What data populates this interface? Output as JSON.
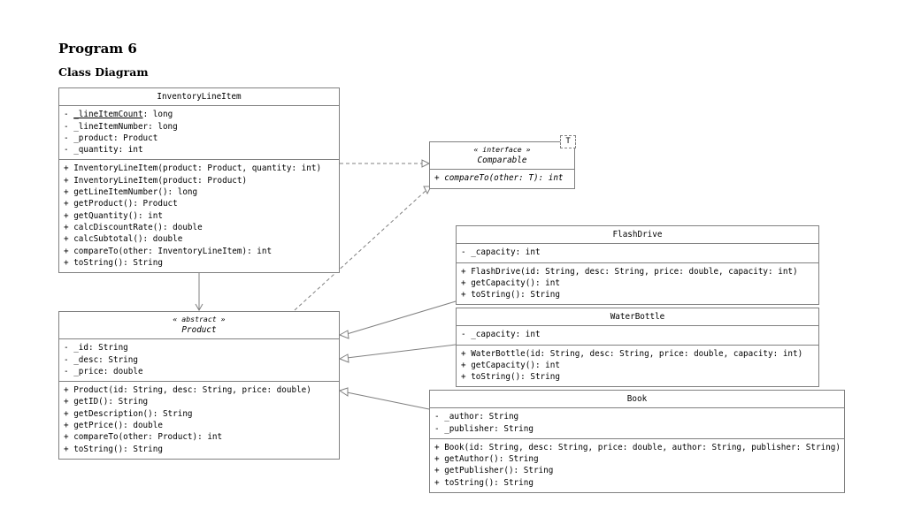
{
  "page": {
    "title": "Program 6",
    "section": "Class Diagram",
    "background": "#ffffff",
    "line_color": "#808080",
    "text_color": "#000000"
  },
  "diagram": {
    "type": "uml-class-diagram",
    "classes": [
      {
        "id": "inventorylineitem",
        "name": "InventoryLineItem",
        "stereotype": "",
        "italic_name": false,
        "attributes": [
          {
            "text": "- _lineItemCount: long",
            "visibility": "-",
            "member": "_lineItemCount",
            "type": "long",
            "static": true
          },
          {
            "text": "- _lineItemNumber: long",
            "visibility": "-",
            "member": "_lineItemNumber",
            "type": "long",
            "static": false
          },
          {
            "text": "- _product: Product",
            "visibility": "-",
            "member": "_product",
            "type": "Product",
            "static": false
          },
          {
            "text": "- _quantity: int",
            "visibility": "-",
            "member": "_quantity",
            "type": "int",
            "static": false
          }
        ],
        "operations": [
          {
            "text": "+ InventoryLineItem(product: Product, quantity: int)",
            "abstract": false
          },
          {
            "text": "+ InventoryLineItem(product: Product)",
            "abstract": false
          },
          {
            "text": "+ getLineItemNumber(): long",
            "abstract": false
          },
          {
            "text": "+ getProduct(): Product",
            "abstract": false
          },
          {
            "text": "+ getQuantity(): int",
            "abstract": false
          },
          {
            "text": "+ calcDiscountRate(): double",
            "abstract": false
          },
          {
            "text": "+ calcSubtotal(): double",
            "abstract": false
          },
          {
            "text": "+ compareTo(other: InventoryLineItem): int",
            "abstract": false
          },
          {
            "text": "+ toString(): String",
            "abstract": false
          }
        ]
      },
      {
        "id": "comparable",
        "name": "Comparable",
        "stereotype": "« interface »",
        "italic_name": true,
        "template_parameter": "T",
        "attributes": [],
        "operations": [
          {
            "text": "+ compareTo(other: T): int",
            "abstract": true
          }
        ]
      },
      {
        "id": "flashdrive",
        "name": "FlashDrive",
        "stereotype": "",
        "italic_name": false,
        "attributes": [
          {
            "text": "- _capacity: int",
            "visibility": "-",
            "member": "_capacity",
            "type": "int",
            "static": false
          }
        ],
        "operations": [
          {
            "text": "+ FlashDrive(id: String, desc: String, price: double, capacity: int)",
            "abstract": false
          },
          {
            "text": "+ getCapacity(): int",
            "abstract": false
          },
          {
            "text": "+ toString(): String",
            "abstract": false
          }
        ]
      },
      {
        "id": "waterbottle",
        "name": "WaterBottle",
        "stereotype": "",
        "italic_name": false,
        "attributes": [
          {
            "text": "- _capacity: int",
            "visibility": "-",
            "member": "_capacity",
            "type": "int",
            "static": false
          }
        ],
        "operations": [
          {
            "text": "+ WaterBottle(id: String, desc: String, price: double, capacity: int)",
            "abstract": false
          },
          {
            "text": "+ getCapacity(): int",
            "abstract": false
          },
          {
            "text": "+ toString(): String",
            "abstract": false
          }
        ]
      },
      {
        "id": "book",
        "name": "Book",
        "stereotype": "",
        "italic_name": false,
        "attributes": [
          {
            "text": "- _author: String",
            "visibility": "-",
            "member": "_author",
            "type": "String",
            "static": false
          },
          {
            "text": "- _publisher: String",
            "visibility": "-",
            "member": "_publisher",
            "type": "String",
            "static": false
          }
        ],
        "operations": [
          {
            "text": "+ Book(id: String, desc: String, price: double, author: String, publisher: String)",
            "abstract": false
          },
          {
            "text": "+ getAuthor(): String",
            "abstract": false
          },
          {
            "text": "+ getPublisher(): String",
            "abstract": false
          },
          {
            "text": "+ toString(): String",
            "abstract": false
          }
        ]
      },
      {
        "id": "product",
        "name": "Product",
        "stereotype": "« abstract »",
        "italic_name": true,
        "attributes": [
          {
            "text": "- _id: String",
            "visibility": "-",
            "member": "_id",
            "type": "String",
            "static": false
          },
          {
            "text": "- _desc: String",
            "visibility": "-",
            "member": "_desc",
            "type": "String",
            "static": false
          },
          {
            "text": "- _price: double",
            "visibility": "-",
            "member": "_price",
            "type": "double",
            "static": false
          }
        ],
        "operations": [
          {
            "text": "+ Product(id: String, desc: String, price: double)",
            "abstract": false
          },
          {
            "text": "+ getID(): String",
            "abstract": false
          },
          {
            "text": "+ getDescription(): String",
            "abstract": false
          },
          {
            "text": "+ getPrice(): double",
            "abstract": false
          },
          {
            "text": "+ compareTo(other: Product): int",
            "abstract": false
          },
          {
            "text": "+ toString(): String",
            "abstract": false
          }
        ]
      }
    ],
    "relationships": [
      {
        "id": "rel-ili-comparable",
        "kind": "realization",
        "from": "InventoryLineItem",
        "to": "Comparable",
        "style": "dashed",
        "arrow": "hollow-triangle"
      },
      {
        "id": "rel-product-comparable",
        "kind": "realization",
        "from": "Product",
        "to": "Comparable",
        "style": "dashed",
        "arrow": "hollow-triangle"
      },
      {
        "id": "rel-ili-product",
        "kind": "composition",
        "from": "InventoryLineItem",
        "to": "Product",
        "style": "solid",
        "arrow": "open-arrow",
        "source_decoration": "filled-diamond"
      },
      {
        "id": "rel-flashdrive-product",
        "kind": "generalization",
        "from": "FlashDrive",
        "to": "Product",
        "style": "solid",
        "arrow": "hollow-triangle"
      },
      {
        "id": "rel-waterbottle-product",
        "kind": "generalization",
        "from": "WaterBottle",
        "to": "Product",
        "style": "solid",
        "arrow": "hollow-triangle"
      },
      {
        "id": "rel-book-product",
        "kind": "generalization",
        "from": "Book",
        "to": "Product",
        "style": "solid",
        "arrow": "hollow-triangle"
      }
    ]
  }
}
